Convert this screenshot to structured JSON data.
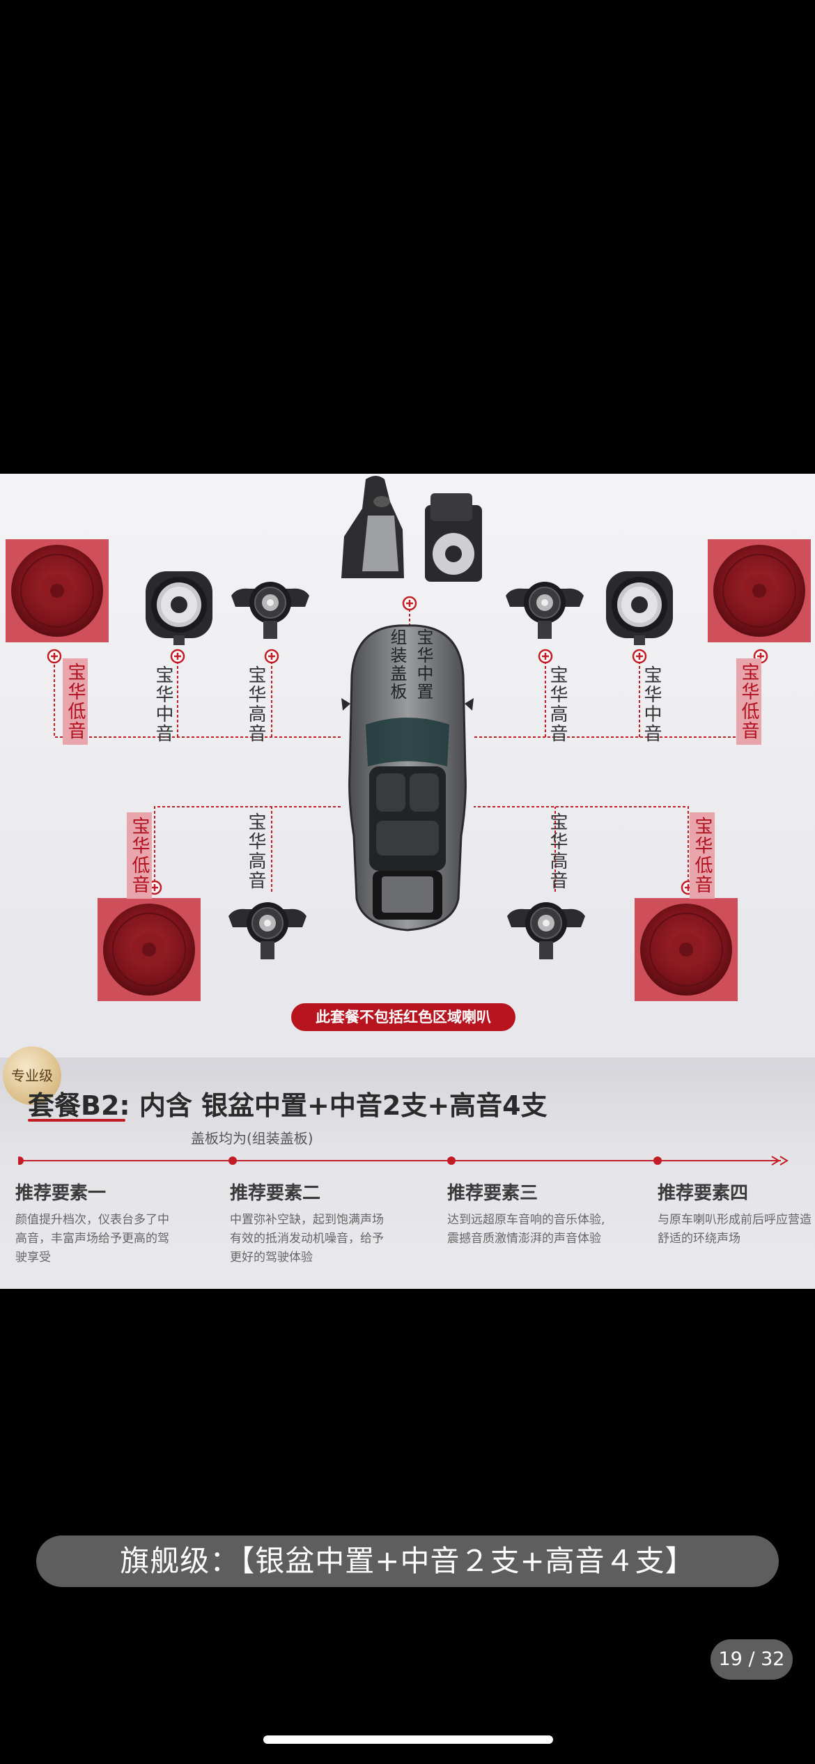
{
  "diagram": {
    "labels": {
      "center_a": "宝华中置",
      "center_b": "组装盖板",
      "woofer": "宝华低音",
      "mid": "宝华中音",
      "tweeter": "宝华高音"
    },
    "notice": "此套餐不包括红色区域喇叭"
  },
  "package": {
    "badge": "专业级",
    "title": "套餐B2: 内含 银盆中置+中音2支+高音4支",
    "subtitle": "盖板均为(组装盖板)",
    "elements": [
      {
        "title": "推荐要素一",
        "text": "颜值提升档次，仪表台多了中高音，丰富声场给予更高的驾驶享受"
      },
      {
        "title": "推荐要素二",
        "text": "中置弥补空缺，起到饱满声场有效的抵消发动机噪音，给予更好的驾驶体验"
      },
      {
        "title": "推荐要素三",
        "text": "达到远超原车音响的音乐体验,震撼音质激情澎湃的声音体验"
      },
      {
        "title": "推荐要素四",
        "text": "与原车喇叭形成前后呼应营造舒适的环绕声场"
      }
    ]
  },
  "caption": "旗舰级：【银盆中置+中音２支+高音４支】",
  "page_indicator": "19 / 32",
  "colors": {
    "accent": "#b8141f",
    "woofer_bg": "#c9343f"
  }
}
